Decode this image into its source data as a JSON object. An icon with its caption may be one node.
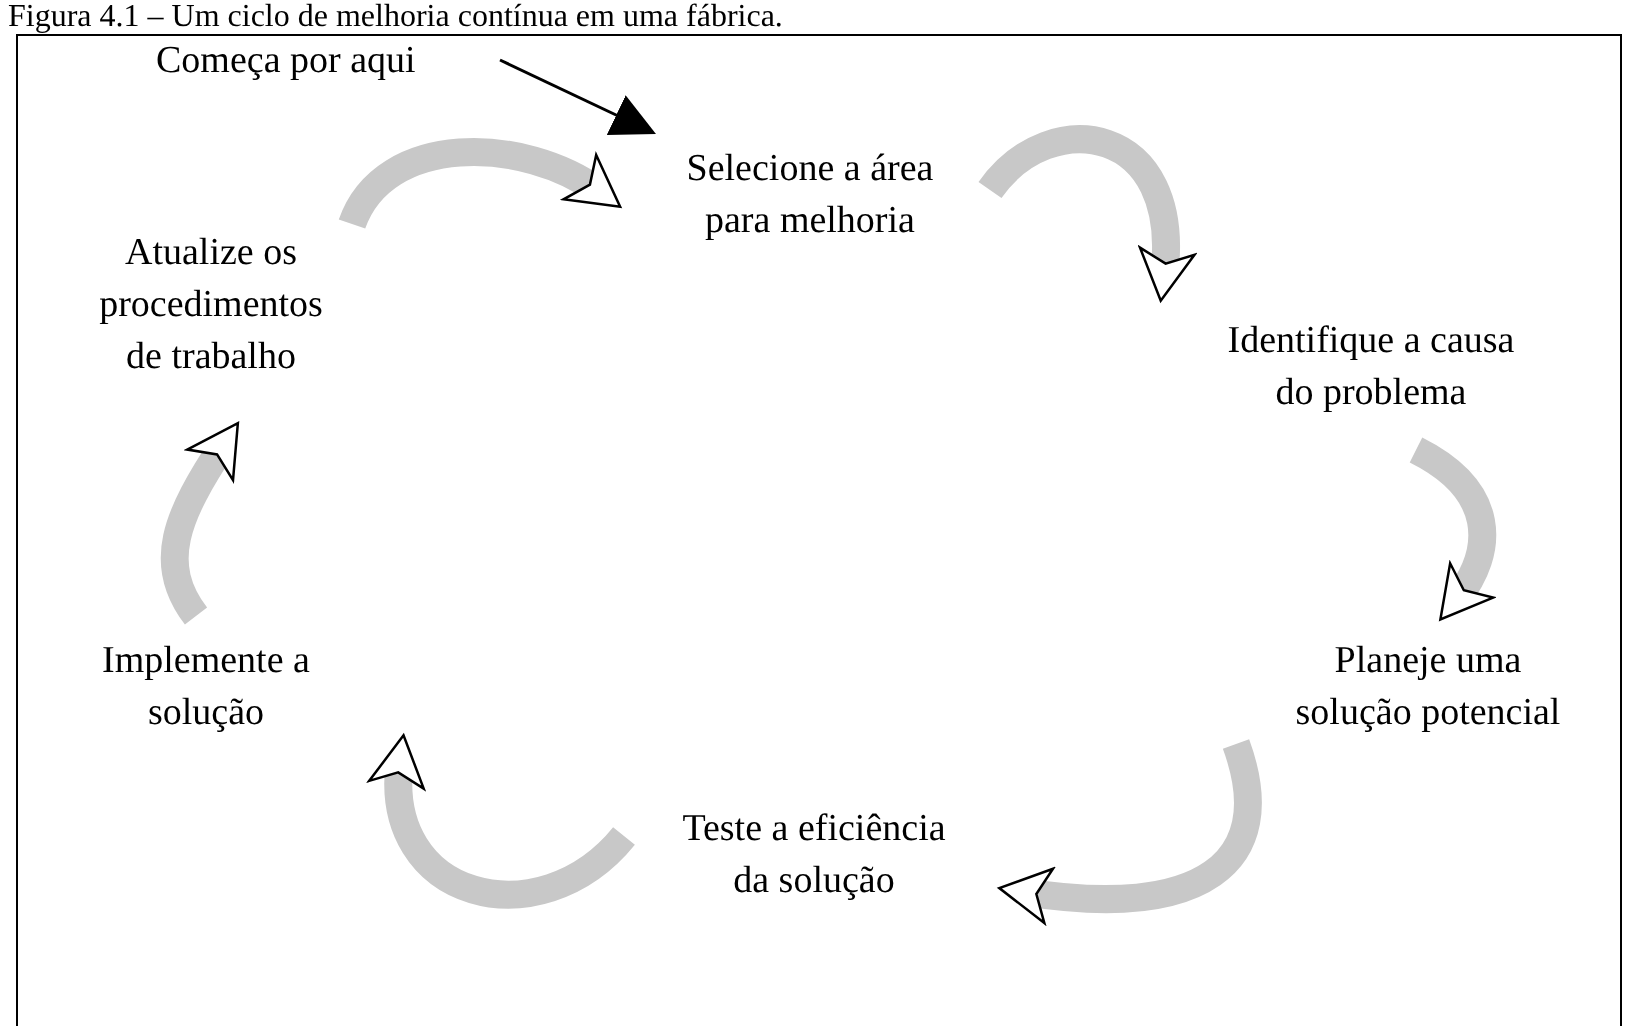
{
  "diagram": {
    "title": "Figura 4.1 – Um ciclo de melhoria contínua em uma fábrica.",
    "nodes": [
      {
        "text": [
          "Começa por aqui"
        ]
      },
      {
        "text": [
          "Selecione a área para melhoria"
        ]
      },
      {
        "text": [
          "Identifique a causa do problema"
        ]
      },
      {
        "text": [
          "Planeje uma solução potencial"
        ]
      },
      {
        "text": [
          "Teste a eficiência da solução"
        ]
      },
      {
        "text": [
          "Implemente a solução"
        ]
      },
      {
        "text": [
          "Atualize os procedimentos de trabalho"
        ]
      }
    ],
    "edges": [
      {
        "from": 0,
        "to": 1,
        "arrow": "to",
        "color": "#000000"
      },
      {
        "from": 1,
        "to": 2,
        "arrow": "to"
      },
      {
        "from": 2,
        "to": 3,
        "arrow": "to"
      },
      {
        "from": 3,
        "to": 4,
        "arrow": "to"
      },
      {
        "from": 4,
        "to": 5,
        "arrow": "to"
      },
      {
        "from": 5,
        "to": 6,
        "arrow": "to"
      },
      {
        "from": 6,
        "to": 1,
        "arrow": "to"
      }
    ]
  }
}
